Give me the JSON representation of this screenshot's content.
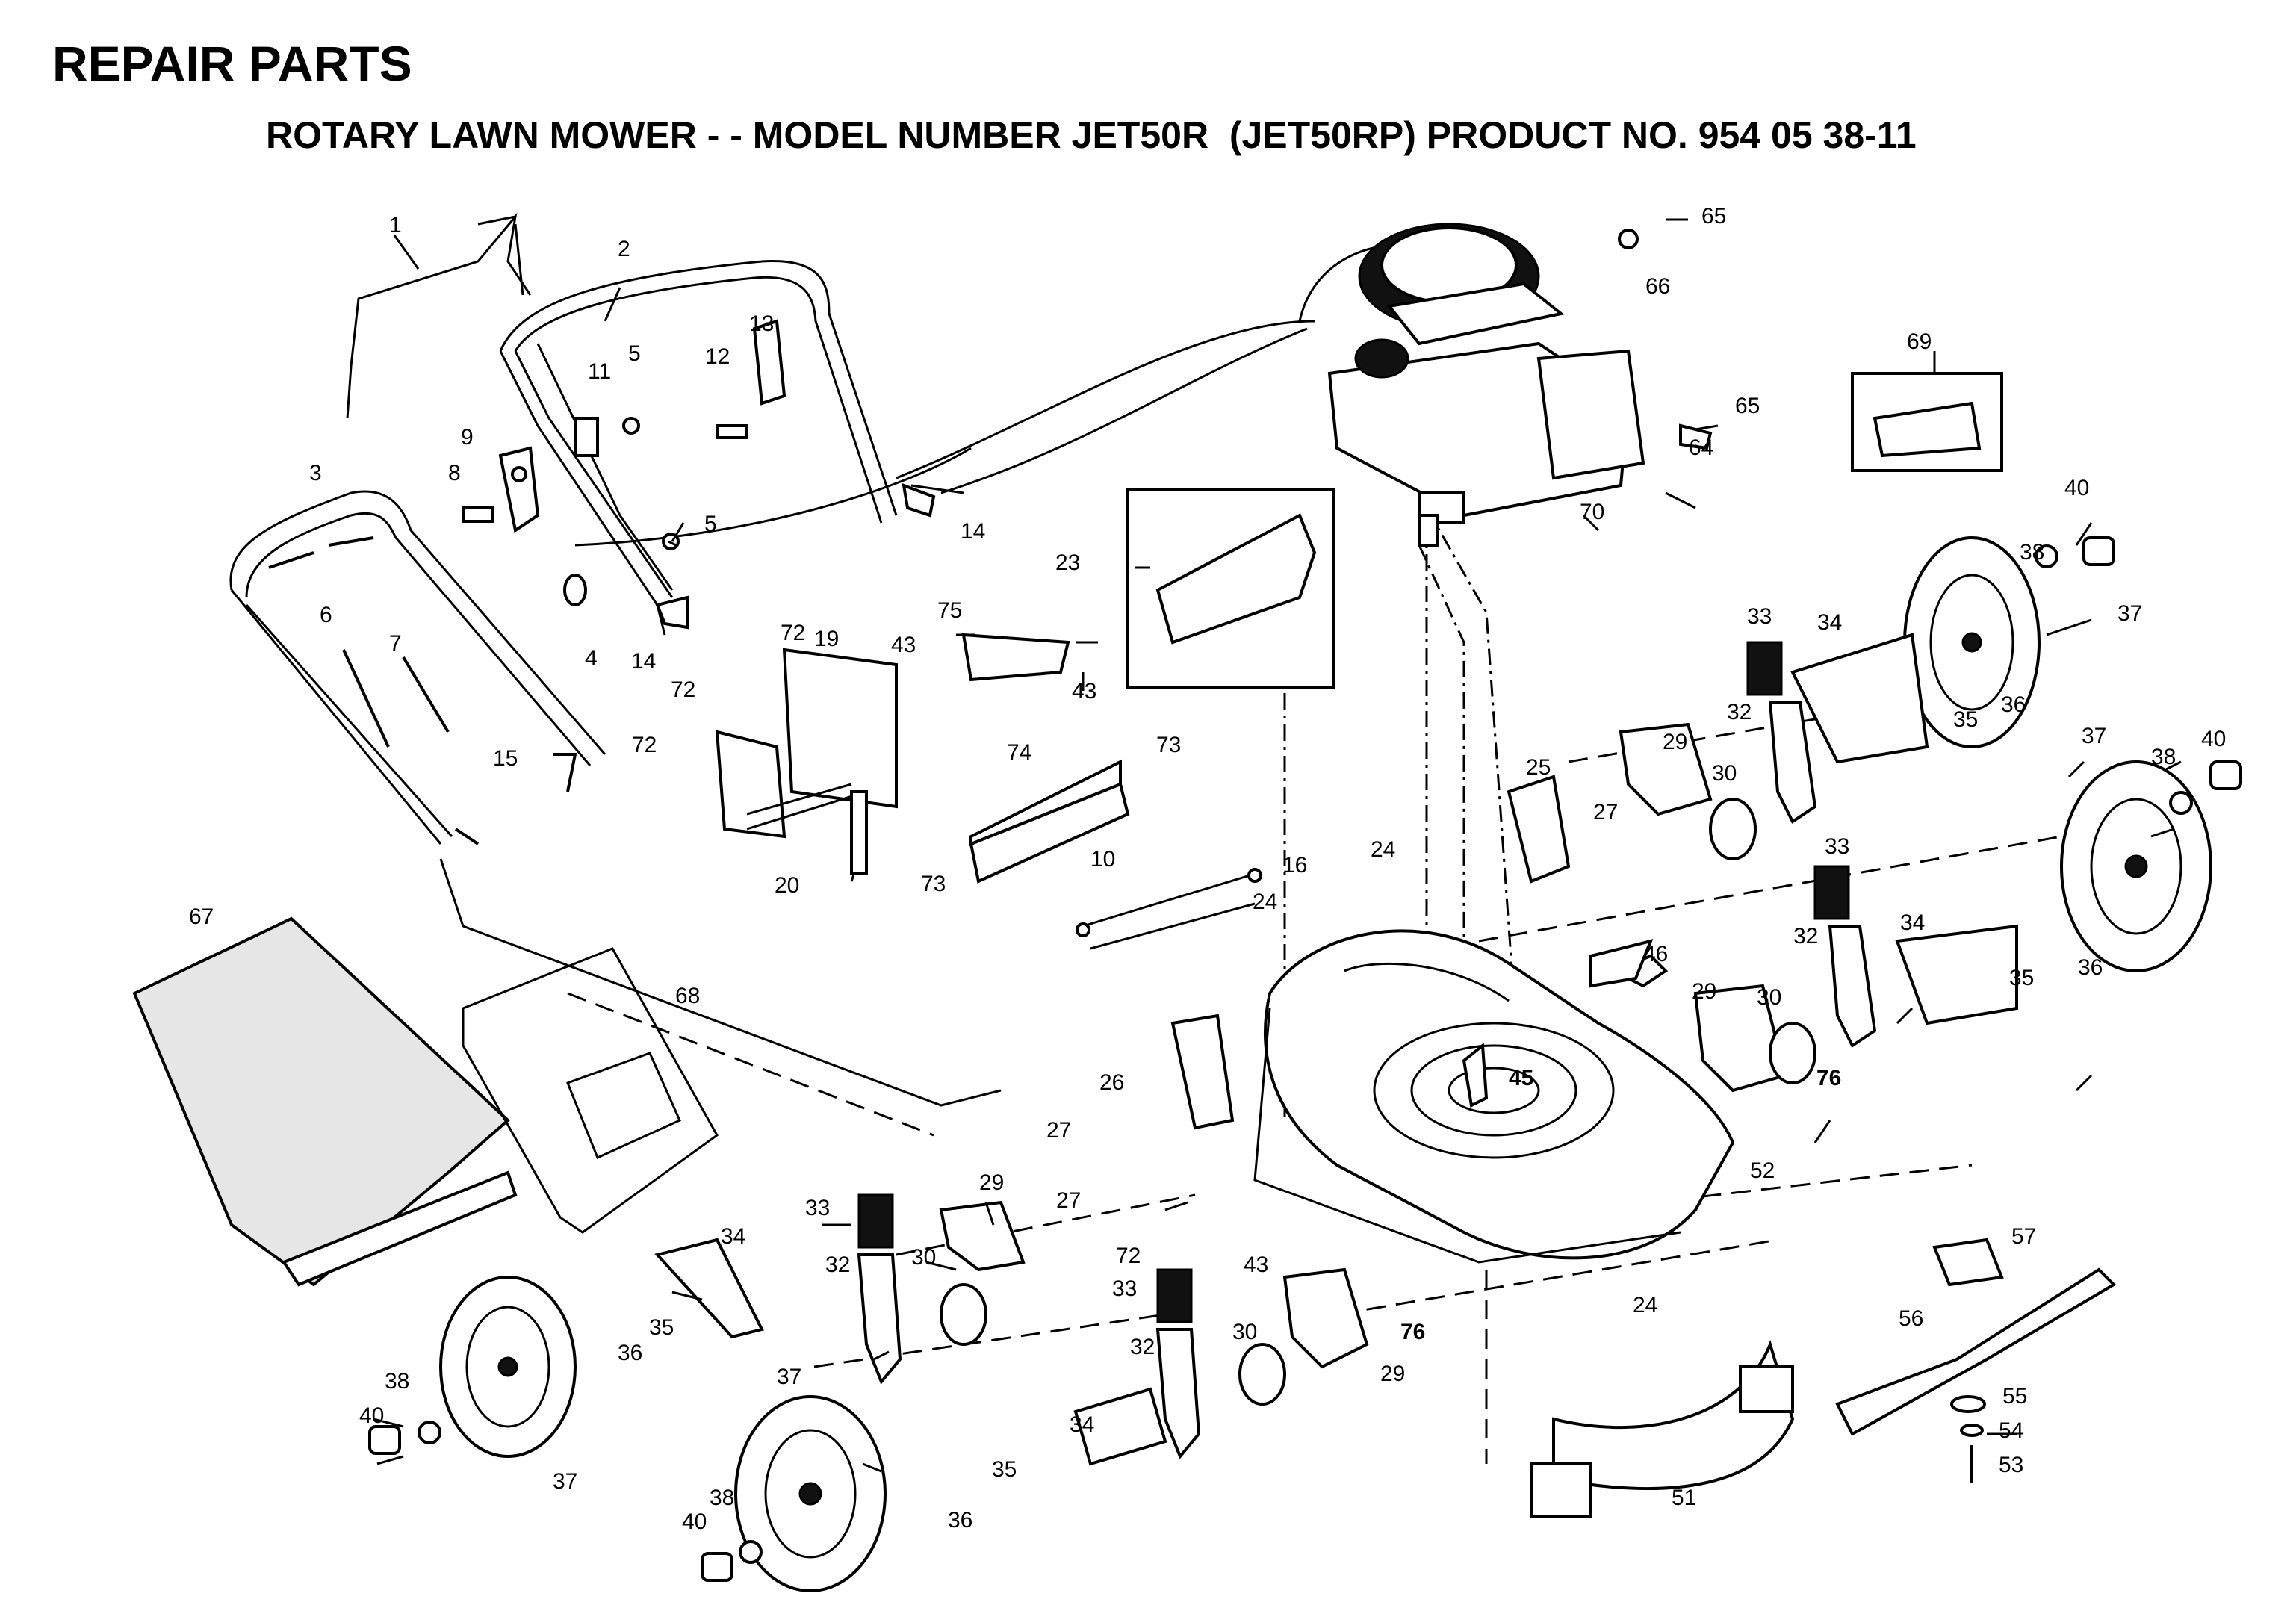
{
  "header": {
    "title": "REPAIR PARTS",
    "subtitle": "ROTARY LAWN MOWER - - MODEL NUMBER JET50R  (JET50RP) PRODUCT NO. 954 05 38-11"
  },
  "callouts": {
    "p1": "1",
    "p2": "2",
    "p3": "3",
    "p4": "4",
    "p5a": "5",
    "p5b": "5",
    "p6": "6",
    "p7": "7",
    "p8": "8",
    "p9": "9",
    "p10": "10",
    "p11": "11",
    "p12": "12",
    "p13": "13",
    "p14a": "14",
    "p14b": "14",
    "p15": "15",
    "p16": "16",
    "p19": "19",
    "p20": "20",
    "p23": "23",
    "p24a": "24",
    "p24b": "24",
    "p24c": "24",
    "p25": "25",
    "p26": "26",
    "p27a": "27",
    "p27b": "27",
    "p27c": "27",
    "p29a": "29",
    "p29b": "29",
    "p29c": "29",
    "p29d": "29",
    "p30a": "30",
    "p30b": "30",
    "p30c": "30",
    "p30d": "30",
    "p32a": "32",
    "p32b": "32",
    "p32c": "32",
    "p32d": "32",
    "p33a": "33",
    "p33b": "33",
    "p33c": "33",
    "p33d": "33",
    "p34a": "34",
    "p34b": "34",
    "p34c": "34",
    "p34d": "34",
    "p35a": "35",
    "p35b": "35",
    "p35c": "35",
    "p35d": "35",
    "p36a": "36",
    "p36b": "36",
    "p36c": "36",
    "p36d": "36",
    "p37a": "37",
    "p37b": "37",
    "p37c": "37",
    "p37d": "37",
    "p38a": "38",
    "p38b": "38",
    "p38c": "38",
    "p38d": "38",
    "p40a": "40",
    "p40b": "40",
    "p40c": "40",
    "p40d": "40",
    "p43a": "43",
    "p43b": "43",
    "p43c": "43",
    "p45": "45",
    "p46": "46",
    "p51": "51",
    "p52": "52",
    "p53": "53",
    "p54": "54",
    "p55": "55",
    "p56": "56",
    "p57": "57",
    "p64": "64",
    "p65a": "65",
    "p65b": "65",
    "p66": "66",
    "p67": "67",
    "p68": "68",
    "p69": "69",
    "p70": "70",
    "p72a": "72",
    "p72b": "72",
    "p72c": "72",
    "p72d": "72",
    "p73a": "73",
    "p73b": "73",
    "p74": "74",
    "p75": "75",
    "p76a": "76",
    "p76b": "76"
  }
}
